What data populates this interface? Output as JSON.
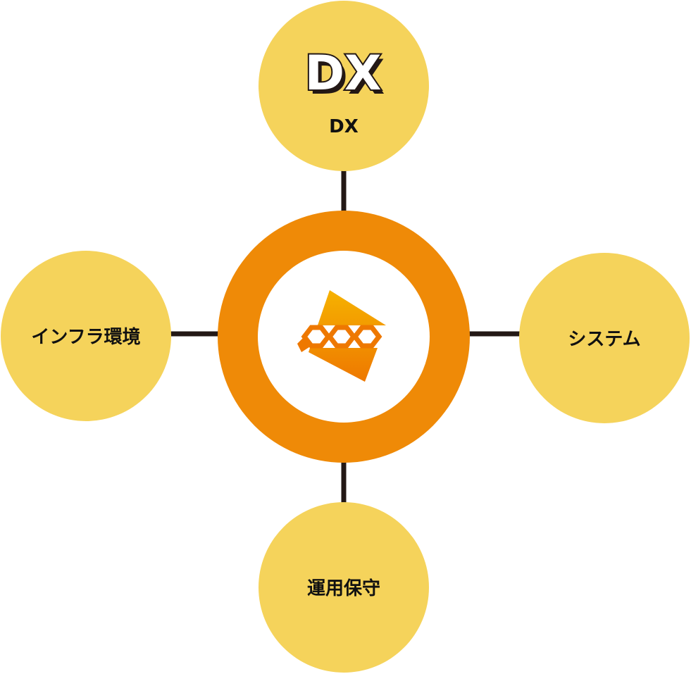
{
  "colors": {
    "node_fill": "#f5d35b",
    "hub_ring": "#ef8a07",
    "hub_inner": "#ffffff",
    "connector": "#231815",
    "logo_light": "#f6b200",
    "logo_dark": "#ee7800",
    "text": "#111111"
  },
  "hub": {
    "logo_icon": "company-logo-icon"
  },
  "nodes": {
    "top": {
      "logo_text": "DX",
      "label": "DX"
    },
    "left": {
      "label": "インフラ環境"
    },
    "right": {
      "label": "システム"
    },
    "bottom": {
      "label": "運用保守"
    }
  }
}
